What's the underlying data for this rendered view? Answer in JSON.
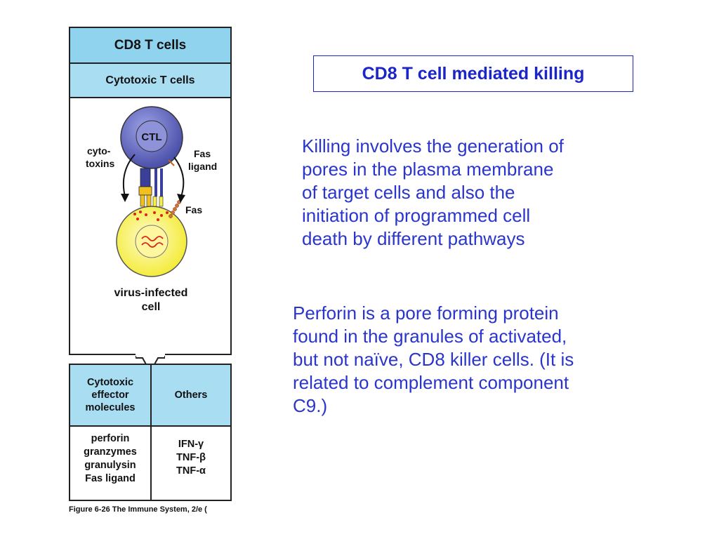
{
  "figure": {
    "header": "CD8 T cells",
    "subheader": "Cytotoxic T cells",
    "cell_label": "CTL",
    "label_cytotoxins": [
      "cyto-",
      "toxins"
    ],
    "label_fas_ligand": [
      "Fas",
      "ligand"
    ],
    "label_fas": "Fas",
    "label_target": [
      "virus-infected",
      "cell"
    ],
    "table": {
      "left_header": [
        "Cytotoxic",
        "effector",
        "molecules"
      ],
      "right_header": "Others",
      "left_items": [
        "perforin",
        "granzymes",
        "granulysin",
        "Fas ligand"
      ],
      "right_items": [
        "IFN-γ",
        "TNF-β",
        "TNF-α"
      ]
    },
    "caption": "Figure 6-26  The Immune System, 2/e (",
    "colors": {
      "header_blue": "#8fd3ef",
      "cell_purple": "#5a5fb8",
      "target_yellow": "#f7f04a"
    }
  },
  "slide": {
    "title": "CD8 T cell mediated killing",
    "paragraph1": [
      "Killing involves the generation of",
      "pores in the plasma membrane",
      "of target cells and also the",
      "initiation of programmed cell",
      "death by different pathways"
    ],
    "paragraph2": [
      "Perforin is a pore forming protein",
      "found in the granules of activated,",
      "but not naïve, CD8 killer cells. (It is",
      "related to complement component",
      "C9.)"
    ],
    "text_color": "#2a35cc"
  }
}
